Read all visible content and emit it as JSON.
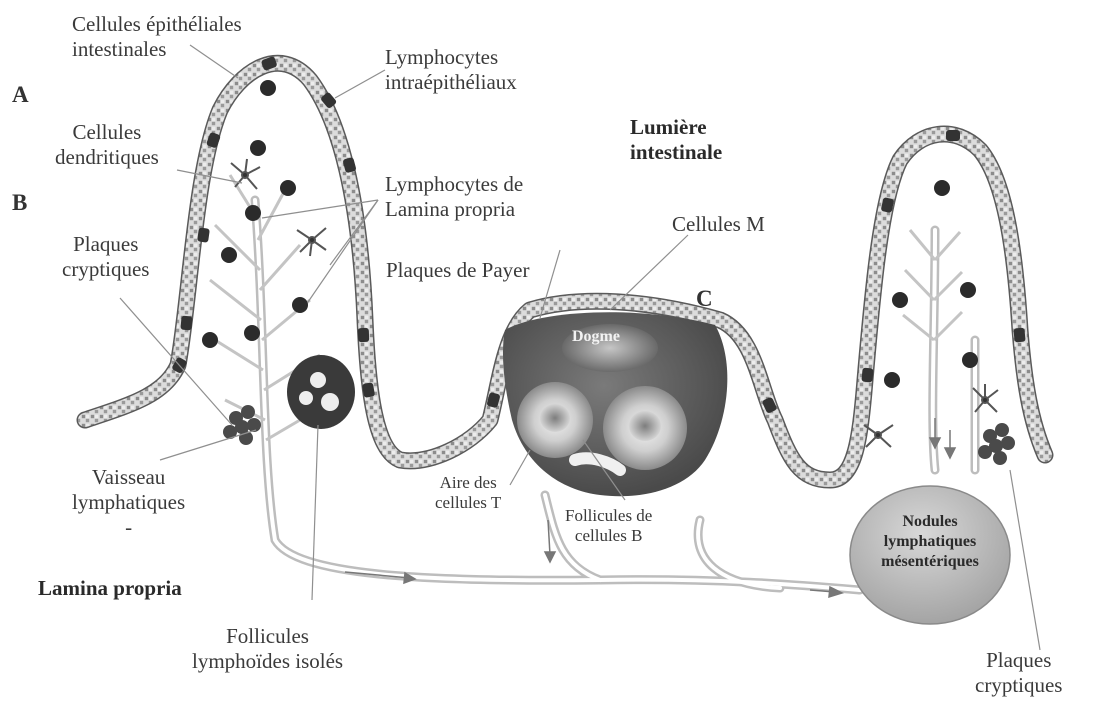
{
  "labels": {
    "epithelial": "Cellules épithéliales\nintestinales",
    "intraepithelial": "Lymphocytes\nintraépithéliaux",
    "letter_a": "A",
    "dendritic": "Cellules\ndendritiques",
    "letter_b": "B",
    "lumen": "Lumière\nintestinale",
    "lamina_lymphocytes": "Lymphocytes de\nLamina propria",
    "m_cells": "Cellules M",
    "crypt_left": "Plaques\ncryptiques",
    "payer": "Plaques de Payer",
    "letter_c": "C",
    "dome": "Dogme",
    "t_area": "Aire des\ncellules T",
    "b_follicles": "Follicules de\ncellules B",
    "vessel": "Vaisseau\nlymphatiques\n-",
    "nodules": "Nodules\nlymphatiques\nmésentériques",
    "lamina_propria": "Lamina propria",
    "isolated_follicles": "Follicules\nlymphoïdes isolés",
    "crypt_right": "Plaques\ncryptiques"
  },
  "colors": {
    "epithelium": "#d6d6d6",
    "epithelium_cells": "#8a8a8a",
    "dark_cell": "#2b2b2b",
    "payer_patch": "#5e5e5e",
    "node": "#b9b9b9",
    "vessel": "#a8a8a8",
    "leader": "#8f8f8f"
  },
  "icons": {
    "dendritic_cell": "dendritic-cell-icon",
    "lymphocyte": "lymphocyte-dot-icon",
    "cluster": "crypt-cluster-icon"
  }
}
